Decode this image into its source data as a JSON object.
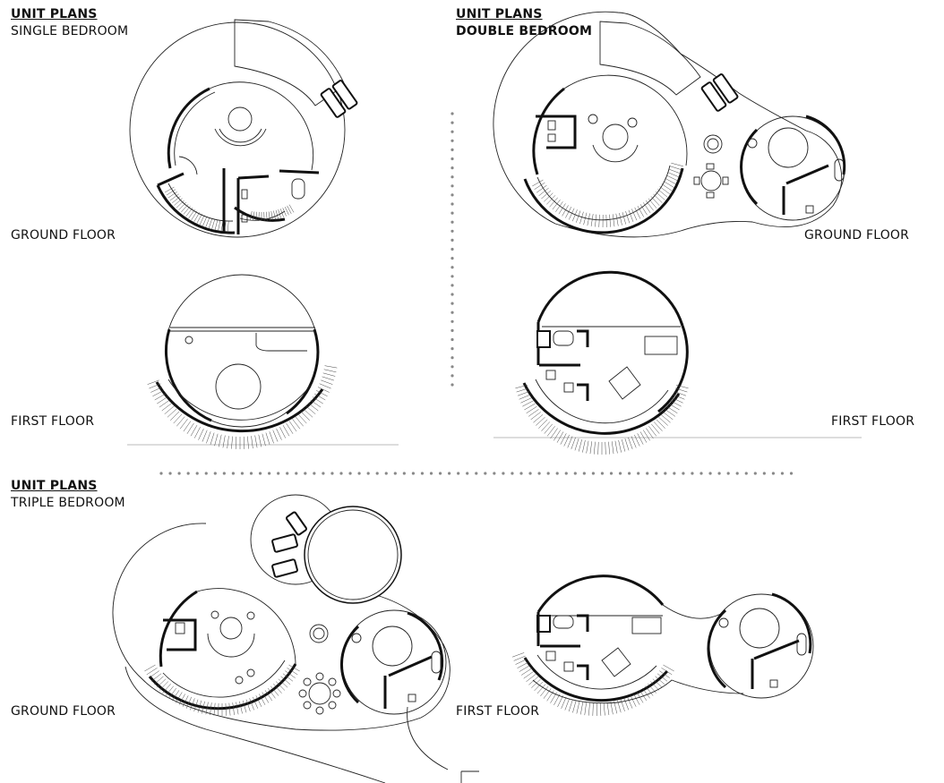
{
  "single": {
    "heading": "UNIT PLANS",
    "subtitle": "SINGLE BEDROOM",
    "ground_label": "GROUND FLOOR",
    "first_label": "FIRST FLOOR"
  },
  "double": {
    "heading": "UNIT PLANS",
    "subtitle": "DOUBLE BEDROOM",
    "ground_label": "GROUND FLOOR",
    "first_label": "FIRST FLOOR"
  },
  "triple": {
    "heading": "UNIT PLANS",
    "subtitle": "TRIPLE BEDROOM",
    "ground_label": "GROUND FLOOR",
    "first_label": "FIRST FLOOR"
  }
}
